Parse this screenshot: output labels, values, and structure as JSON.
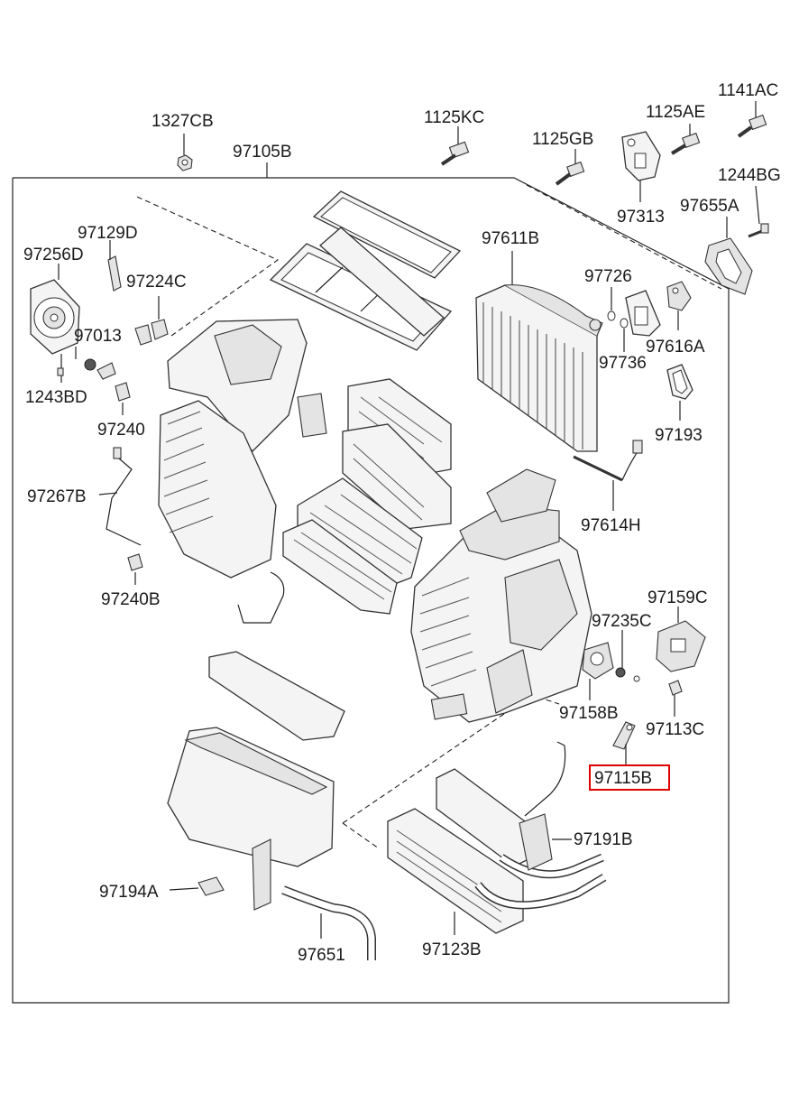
{
  "diagram": {
    "labels": {
      "p1327CB": "1327CB",
      "p97105B": "97105B",
      "p1125KC": "1125KC",
      "p1125GB": "1125GB",
      "p1125AE": "1125AE",
      "p1141AC": "1141AC",
      "p1244BG": "1244BG",
      "p97313": "97313",
      "p97655A": "97655A",
      "p97611B": "97611B",
      "p97726": "97726",
      "p97616A": "97616A",
      "p97736": "97736",
      "p97193": "97193",
      "p97614H": "97614H",
      "p97129D": "97129D",
      "p97256D": "97256D",
      "p97224C": "97224C",
      "p97013": "97013",
      "p1243BD": "1243BD",
      "p97240": "97240",
      "p97267B": "97267B",
      "p97240B": "97240B",
      "p97159C": "97159C",
      "p97235C": "97235C",
      "p97158B": "97158B",
      "p97113C": "97113C",
      "p97115B": "97115B",
      "p97191B": "97191B",
      "p97194A": "97194A",
      "p97651": "97651",
      "p97123B": "97123B"
    },
    "highlighted_part": "97115B",
    "highlight_color": "#e00000"
  }
}
